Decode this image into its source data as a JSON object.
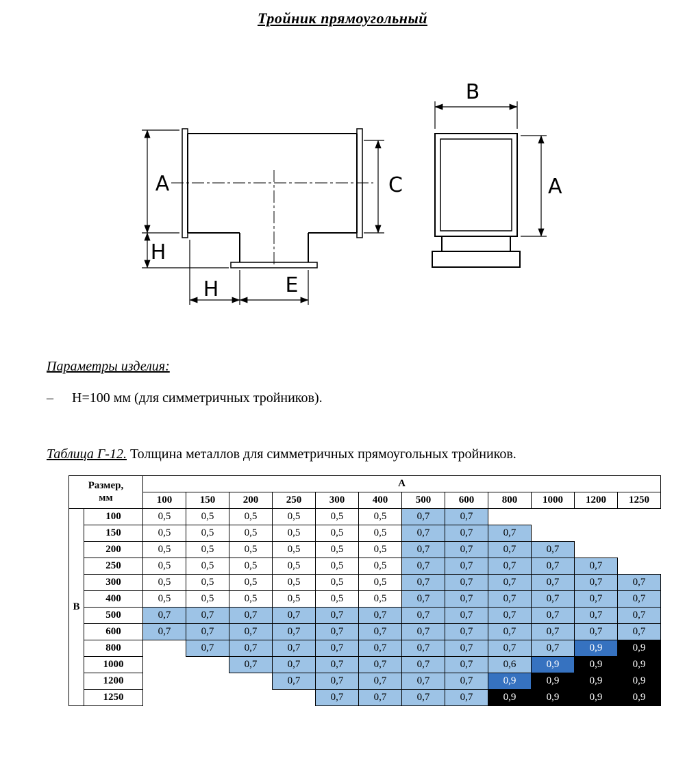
{
  "title": "Тройник прямоугольный",
  "drawing": {
    "labels": {
      "front_A": "A",
      "front_C": "C",
      "front_H_left": "H",
      "front_H_bottom": "H",
      "front_E": "E",
      "side_B": "B",
      "side_A": "A"
    }
  },
  "params": {
    "heading": "Параметры изделия:",
    "items": [
      {
        "marker": "–",
        "text": "Н=100 мм (для симметричных тройников)."
      }
    ]
  },
  "table": {
    "caption_label": "Таблица Г-12.",
    "caption_text": " Толщина металлов для симметричных прямоугольных тройников.",
    "corner_line1": "Размер,",
    "corner_line2": "мм",
    "col_group_header": "А",
    "row_group_header": "В",
    "columns": [
      "100",
      "150",
      "200",
      "250",
      "300",
      "400",
      "500",
      "600",
      "800",
      "1000",
      "1200",
      "1250"
    ],
    "rows": [
      {
        "label": "100",
        "cells": [
          [
            "0,5",
            "w"
          ],
          [
            "0,5",
            "w"
          ],
          [
            "0,5",
            "w"
          ],
          [
            "0,5",
            "w"
          ],
          [
            "0,5",
            "w"
          ],
          [
            "0,5",
            "w"
          ],
          [
            "0,7",
            "b"
          ],
          [
            "0,7",
            "b"
          ],
          [
            "",
            "e"
          ],
          [
            "",
            "e"
          ],
          [
            "",
            "e"
          ],
          [
            "",
            "e"
          ]
        ]
      },
      {
        "label": "150",
        "cells": [
          [
            "0,5",
            "w"
          ],
          [
            "0,5",
            "w"
          ],
          [
            "0,5",
            "w"
          ],
          [
            "0,5",
            "w"
          ],
          [
            "0,5",
            "w"
          ],
          [
            "0,5",
            "w"
          ],
          [
            "0,7",
            "b"
          ],
          [
            "0,7",
            "b"
          ],
          [
            "0,7",
            "b"
          ],
          [
            "",
            "e"
          ],
          [
            "",
            "e"
          ],
          [
            "",
            "e"
          ]
        ]
      },
      {
        "label": "200",
        "cells": [
          [
            "0,5",
            "w"
          ],
          [
            "0,5",
            "w"
          ],
          [
            "0,5",
            "w"
          ],
          [
            "0,5",
            "w"
          ],
          [
            "0,5",
            "w"
          ],
          [
            "0,5",
            "w"
          ],
          [
            "0,7",
            "b"
          ],
          [
            "0,7",
            "b"
          ],
          [
            "0,7",
            "b"
          ],
          [
            "0,7",
            "b"
          ],
          [
            "",
            "e"
          ],
          [
            "",
            "e"
          ]
        ]
      },
      {
        "label": "250",
        "cells": [
          [
            "0,5",
            "w"
          ],
          [
            "0,5",
            "w"
          ],
          [
            "0,5",
            "w"
          ],
          [
            "0,5",
            "w"
          ],
          [
            "0,5",
            "w"
          ],
          [
            "0,5",
            "w"
          ],
          [
            "0,7",
            "b"
          ],
          [
            "0,7",
            "b"
          ],
          [
            "0,7",
            "b"
          ],
          [
            "0,7",
            "b"
          ],
          [
            "0,7",
            "b"
          ],
          [
            "",
            "e"
          ]
        ]
      },
      {
        "label": "300",
        "cells": [
          [
            "0,5",
            "w"
          ],
          [
            "0,5",
            "w"
          ],
          [
            "0,5",
            "w"
          ],
          [
            "0,5",
            "w"
          ],
          [
            "0,5",
            "w"
          ],
          [
            "0,5",
            "w"
          ],
          [
            "0,7",
            "b"
          ],
          [
            "0,7",
            "b"
          ],
          [
            "0,7",
            "b"
          ],
          [
            "0,7",
            "b"
          ],
          [
            "0,7",
            "b"
          ],
          [
            "0,7",
            "b"
          ]
        ]
      },
      {
        "label": "400",
        "cells": [
          [
            "0,5",
            "w"
          ],
          [
            "0,5",
            "w"
          ],
          [
            "0,5",
            "w"
          ],
          [
            "0,5",
            "w"
          ],
          [
            "0,5",
            "w"
          ],
          [
            "0,5",
            "w"
          ],
          [
            "0,7",
            "b"
          ],
          [
            "0,7",
            "b"
          ],
          [
            "0,7",
            "b"
          ],
          [
            "0,7",
            "b"
          ],
          [
            "0,7",
            "b"
          ],
          [
            "0,7",
            "b"
          ]
        ]
      },
      {
        "label": "500",
        "cells": [
          [
            "0,7",
            "b"
          ],
          [
            "0,7",
            "b"
          ],
          [
            "0,7",
            "b"
          ],
          [
            "0,7",
            "b"
          ],
          [
            "0,7",
            "b"
          ],
          [
            "0,7",
            "b"
          ],
          [
            "0,7",
            "b"
          ],
          [
            "0,7",
            "b"
          ],
          [
            "0,7",
            "b"
          ],
          [
            "0,7",
            "b"
          ],
          [
            "0,7",
            "b"
          ],
          [
            "0,7",
            "b"
          ]
        ]
      },
      {
        "label": "600",
        "cells": [
          [
            "0,7",
            "b"
          ],
          [
            "0,7",
            "b"
          ],
          [
            "0,7",
            "b"
          ],
          [
            "0,7",
            "b"
          ],
          [
            "0,7",
            "b"
          ],
          [
            "0,7",
            "b"
          ],
          [
            "0,7",
            "b"
          ],
          [
            "0,7",
            "b"
          ],
          [
            "0,7",
            "b"
          ],
          [
            "0,7",
            "b"
          ],
          [
            "0,7",
            "b"
          ],
          [
            "0,7",
            "b"
          ]
        ]
      },
      {
        "label": "800",
        "cells": [
          [
            "",
            "e"
          ],
          [
            "0,7",
            "b"
          ],
          [
            "0,7",
            "b"
          ],
          [
            "0,7",
            "b"
          ],
          [
            "0,7",
            "b"
          ],
          [
            "0,7",
            "b"
          ],
          [
            "0,7",
            "b"
          ],
          [
            "0,7",
            "b"
          ],
          [
            "0,7",
            "b"
          ],
          [
            "0,7",
            "b"
          ],
          [
            "0,9",
            "d"
          ],
          [
            "0,9",
            "k"
          ]
        ]
      },
      {
        "label": "1000",
        "cells": [
          [
            "",
            "e"
          ],
          [
            "",
            "e"
          ],
          [
            "0,7",
            "b"
          ],
          [
            "0,7",
            "b"
          ],
          [
            "0,7",
            "b"
          ],
          [
            "0,7",
            "b"
          ],
          [
            "0,7",
            "b"
          ],
          [
            "0,7",
            "b"
          ],
          [
            "0,6",
            "b"
          ],
          [
            "0,9",
            "d"
          ],
          [
            "0,9",
            "k"
          ],
          [
            "0,9",
            "k"
          ]
        ]
      },
      {
        "label": "1200",
        "cells": [
          [
            "",
            "e"
          ],
          [
            "",
            "e"
          ],
          [
            "",
            "e"
          ],
          [
            "0,7",
            "b"
          ],
          [
            "0,7",
            "b"
          ],
          [
            "0,7",
            "b"
          ],
          [
            "0,7",
            "b"
          ],
          [
            "0,7",
            "b"
          ],
          [
            "0,9",
            "d"
          ],
          [
            "0,9",
            "k"
          ],
          [
            "0,9",
            "k"
          ],
          [
            "0,9",
            "k"
          ]
        ]
      },
      {
        "label": "1250",
        "cells": [
          [
            "",
            "e"
          ],
          [
            "",
            "e"
          ],
          [
            "",
            "e"
          ],
          [
            "",
            "e"
          ],
          [
            "0,7",
            "b"
          ],
          [
            "0,7",
            "b"
          ],
          [
            "0,7",
            "b"
          ],
          [
            "0,7",
            "b"
          ],
          [
            "0,9",
            "k"
          ],
          [
            "0,9",
            "k"
          ],
          [
            "0,9",
            "k"
          ],
          [
            "0,9",
            "k"
          ]
        ]
      }
    ]
  },
  "colors": {
    "light_blue": "#9DC3E6",
    "dark_blue": "#3672C0",
    "cell_black": "#000000",
    "text_on_dark": "#FFFFFF"
  }
}
